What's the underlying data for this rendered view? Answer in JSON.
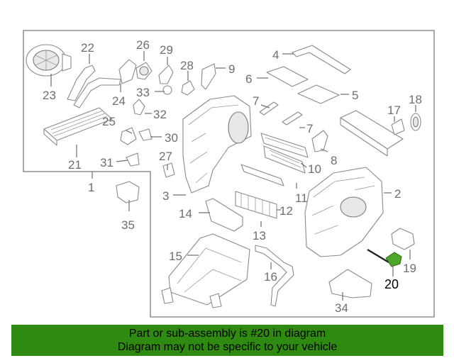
{
  "diagram": {
    "callouts": [
      "1",
      "2",
      "3",
      "4",
      "5",
      "6",
      "7",
      "7",
      "8",
      "9",
      "10",
      "11",
      "12",
      "13",
      "14",
      "15",
      "16",
      "17",
      "18",
      "19",
      "20",
      "21",
      "22",
      "23",
      "24",
      "25",
      "26",
      "27",
      "28",
      "29",
      "30",
      "31",
      "32",
      "33",
      "34",
      "35"
    ],
    "highlighted_callout": "20",
    "colors": {
      "highlight": "#2e8a10",
      "line": "#8a8a8a",
      "label": "#6e6e6e",
      "banner_bg": "#2e8a10"
    }
  },
  "banner": {
    "line1": "Part or sub-assembly is #20 in diagram",
    "line2": "Diagram may not be specific to your vehicle"
  }
}
